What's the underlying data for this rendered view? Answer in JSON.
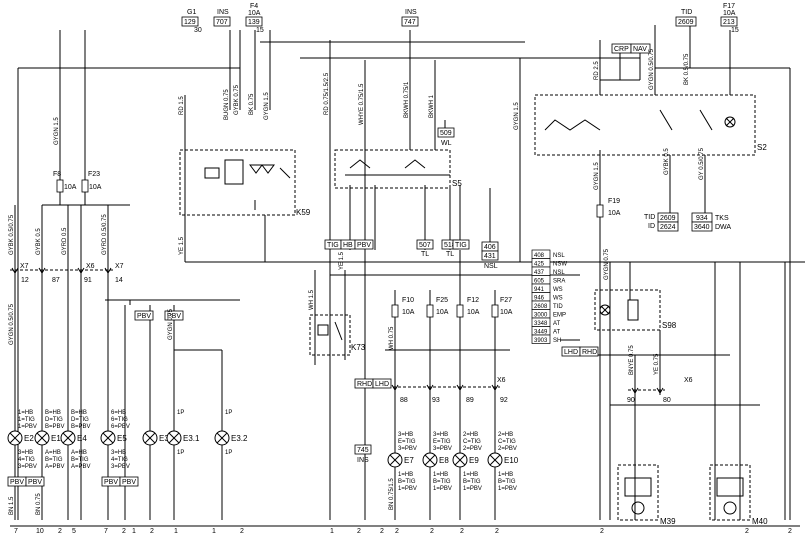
{
  "top_labels": [
    {
      "id": "g1",
      "name": "G1",
      "code": "129",
      "pin": "30"
    },
    {
      "id": "ins1",
      "name": "INS",
      "code": "707",
      "pin": ""
    },
    {
      "id": "f4",
      "name": "F4",
      "amp": "10A",
      "code": "139",
      "pin": "15"
    },
    {
      "id": "ins2",
      "name": "INS",
      "code": "747",
      "pin": ""
    },
    {
      "id": "tid",
      "name": "TID",
      "code": "2609",
      "pin": ""
    },
    {
      "id": "f17",
      "name": "F17",
      "amp": "10A",
      "code": "213",
      "pin": "15"
    }
  ],
  "fuses": [
    {
      "id": "F8",
      "amp": "10A"
    },
    {
      "id": "F23",
      "amp": "10A"
    },
    {
      "id": "F19",
      "amp": "10A"
    },
    {
      "id": "F10",
      "amp": "10A"
    },
    {
      "id": "F25",
      "amp": "10A"
    },
    {
      "id": "F12",
      "amp": "10A"
    },
    {
      "id": "F27",
      "amp": "10A"
    }
  ],
  "components": {
    "k59": "K59",
    "s5": "S5",
    "s2": "S2",
    "k73": "K73",
    "s98": "S98",
    "m39": "M39",
    "m40": "M40",
    "crp_nav": [
      "CRP",
      "NAV"
    ]
  },
  "lamps": [
    {
      "id": "E2",
      "top": [
        "1=HB",
        "1=TIG",
        "1=PBV"
      ],
      "bottom": [
        "3=HB",
        "4=TIG",
        "3=PBV"
      ]
    },
    {
      "id": "E1",
      "top": [
        "B=HB",
        "D=TIG",
        "B=PBV"
      ],
      "bottom": [
        "A=HB",
        "B=TIG",
        "A=PBV"
      ]
    },
    {
      "id": "E4",
      "top": [
        "B=HB",
        "D=TIG",
        "B=PBV"
      ],
      "bottom": [
        "A=HB",
        "B=TIG",
        "A=PBV"
      ]
    },
    {
      "id": "E5",
      "top": [
        "6=HB",
        "6=TIG",
        "6=PBV"
      ],
      "bottom": [
        "3=HB",
        "4=TIG",
        "3=PBV"
      ]
    },
    {
      "id": "E3",
      "top": [],
      "bottom": []
    },
    {
      "id": "E3.1",
      "top": [
        "1P"
      ],
      "bottom": [
        "1P"
      ]
    },
    {
      "id": "E3.2",
      "top": [
        "1P"
      ],
      "bottom": [
        "1P"
      ]
    },
    {
      "id": "E7",
      "top": [
        "3=HB",
        "E=TIG",
        "3=PBV"
      ],
      "bottom": [
        "1=HB",
        "B=TIG",
        "1=PBV"
      ]
    },
    {
      "id": "E8",
      "top": [
        "3=HB",
        "E=TIG",
        "3=PBV"
      ],
      "bottom": [
        "1=HB",
        "B=TIG",
        "1=PBV"
      ]
    },
    {
      "id": "E9",
      "top": [
        "2=HB",
        "C=TIG",
        "2=PBV"
      ],
      "bottom": [
        "1=HB",
        "B=TIG",
        "1=PBV"
      ]
    },
    {
      "id": "E10",
      "top": [
        "2=HB",
        "C=TIG",
        "2=PBV"
      ],
      "bottom": [
        "1=HB",
        "B=TIG",
        "1=PBV"
      ]
    }
  ],
  "connectors": [
    {
      "id": "x7a",
      "name": "X7",
      "pin": "12"
    },
    {
      "id": "x6a",
      "name": "X6",
      "pin": "87"
    },
    {
      "id": "x6b",
      "name": "",
      "pin": "91"
    },
    {
      "id": "x7b",
      "name": "X7",
      "pin": "14"
    },
    {
      "id": "x6c",
      "name": "X6",
      "pins": [
        "88",
        "93",
        "89",
        "92"
      ]
    },
    {
      "id": "x6d",
      "name": "X6",
      "pins": [
        "90",
        "80"
      ]
    }
  ],
  "code_list": [
    {
      "code": "408",
      "label": "NSL"
    },
    {
      "code": "425",
      "label": "NSW"
    },
    {
      "code": "437",
      "label": "NSL"
    },
    {
      "code": "605",
      "label": "SRA"
    },
    {
      "code": "941",
      "label": "WS"
    },
    {
      "code": "946",
      "label": "WS"
    },
    {
      "code": "2608",
      "label": "TID"
    },
    {
      "code": "3000",
      "label": "EMP"
    },
    {
      "code": "3348",
      "label": "AT"
    },
    {
      "code": "3449",
      "label": "AT"
    },
    {
      "code": "3903",
      "label": "SH"
    }
  ],
  "misc_boxes": [
    {
      "code": "509",
      "label": "WL"
    },
    {
      "code": "507",
      "label": "TL"
    },
    {
      "code": "518",
      "label": "TL"
    },
    {
      "code": "406",
      "label": ""
    },
    {
      "code": "431",
      "label": "NSL"
    },
    {
      "code": "745",
      "label": "INS"
    },
    {
      "code": "2609",
      "label": "TID"
    },
    {
      "code": "2624",
      "label": "ID"
    },
    {
      "code": "934",
      "label": "TKS"
    },
    {
      "code": "3640",
      "label": "DWA"
    }
  ],
  "tags": [
    "TIG",
    "HB",
    "PBV",
    "RHD",
    "LHD"
  ],
  "ground_pins": [
    "7",
    "10",
    "2",
    "5",
    "7",
    "2",
    "1",
    "2",
    "1",
    "1",
    "2",
    "1",
    "2",
    "2",
    "2",
    "2",
    "2",
    "2",
    "2",
    "2",
    "2"
  ],
  "wire_labels": [
    "GYGN 1.5",
    "GYBK 0.5/0.75",
    "GYBK 0.5",
    "GYRD 0.5",
    "GYRD 0.5/0.75",
    "YE 1.5",
    "RD 1.5",
    "BUGN 0.75",
    "GYBK 0.75",
    "BK 0.75",
    "GYGN 1.5",
    "RD 0.75/1.5/2.5",
    "WHYE 0.75/1.5",
    "BKWH 0.75/1",
    "BKWH 1",
    "GYGN 1.5",
    "RD 2.5",
    "GYGN 0.5/0.75",
    "BK 0.5/0.75",
    "GYBK 0.5",
    "GY 0.5/0.75",
    "GYGN 1.5",
    "GYGN 0.75",
    "BNYE 0.75",
    "YE 0.75",
    "BN 1.5",
    "BN 0.75",
    "BN 0.75/1.5",
    "WH 1.5",
    "YE 1.5",
    "WH 0.75",
    "GYGN 0.75",
    "GYGN 0.5/0.75"
  ]
}
